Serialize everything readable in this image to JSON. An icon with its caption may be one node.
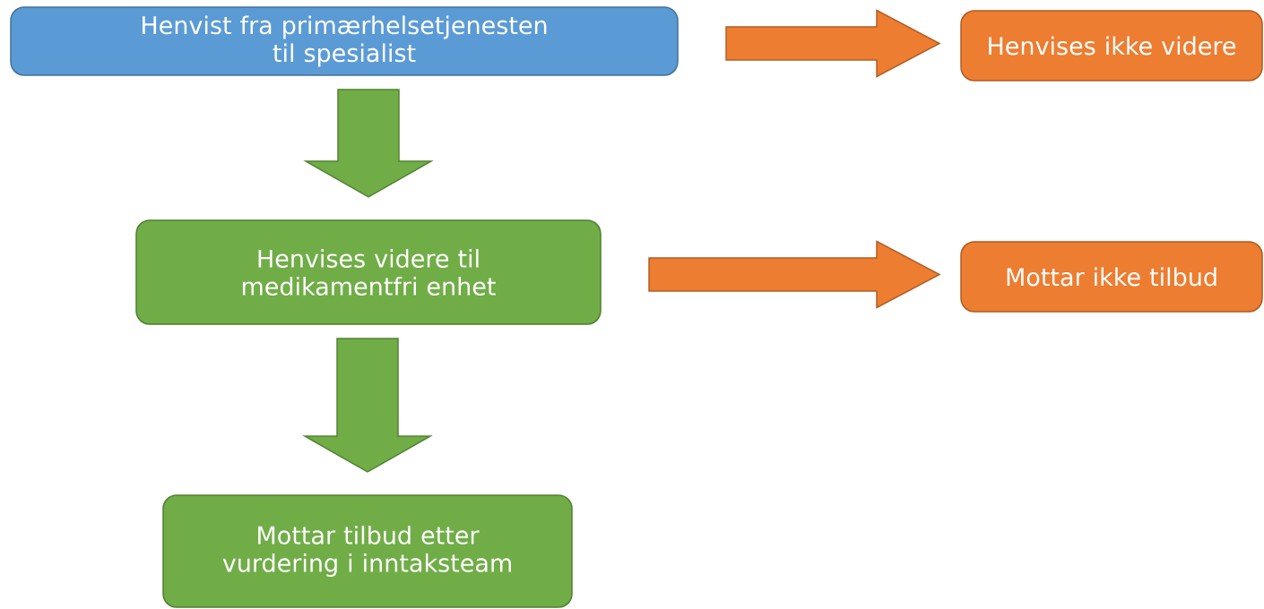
{
  "diagram": {
    "nodes": [
      {
        "text": [
          "Henvist fra primærhelsetjenesten til spesialist"
        ]
      },
      {
        "text": [
          "Henvises ikke videre"
        ]
      },
      {
        "text": [
          "Henvises videre til medikamentfri enhet"
        ]
      },
      {
        "text": [
          "Mottar ikke tilbud"
        ]
      },
      {
        "text": [
          "Mottar tilbud etter vurdering i inntaksteam"
        ]
      }
    ],
    "edges": [
      {
        "from": 0,
        "to": 1,
        "arrow": "to",
        "color": "#ed7d31"
      },
      {
        "from": 0,
        "to": 2,
        "arrow": "to"
      },
      {
        "from": 2,
        "to": 3,
        "arrow": "to",
        "color": "#ed7d31"
      },
      {
        "from": 2,
        "to": 4,
        "arrow": "to"
      }
    ]
  }
}
